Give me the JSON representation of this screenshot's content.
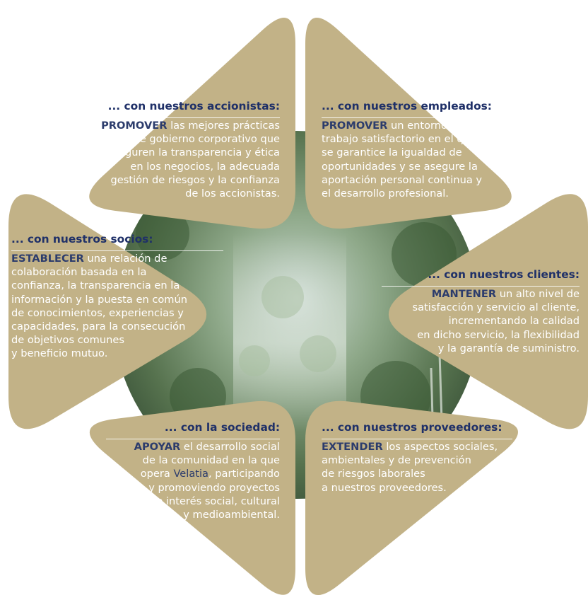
{
  "colors": {
    "petal": "#c2b287",
    "heading": "#1f3068",
    "body_text": "#ffffff",
    "keyword": "#2c3c6c",
    "forest_dark": "#3f5a3c",
    "forest_mid": "#7e9a78",
    "forest_light": "#c9d8cf"
  },
  "petals": [
    {
      "id": "accionistas",
      "heading": "... con nuestros accionistas:",
      "lead": "PROMOVER",
      "lines": [
        " las mejores prácticas",
        "de gobierno corporativo que",
        "aseguren la transparencia y ética",
        "en los negocios, la adecuada",
        "gestión de riesgos y la confianza",
        "de los accionistas."
      ]
    },
    {
      "id": "empleados",
      "heading": "... con nuestros empleados:",
      "lead": "PROMOVER",
      "lines": [
        " un entorno de",
        "trabajo satisfactorio en el que",
        "se garantice la igualdad de",
        "oportunidades y se asegure la",
        "aportación personal continua y",
        "el desarrollo profesional."
      ]
    },
    {
      "id": "socios",
      "heading": "... con nuestros socios:",
      "lead": "ESTABLECER",
      "lines": [
        " una relación de",
        "colaboración basada en la",
        "confianza, la transparencia en la",
        "información y la puesta en común",
        "de conocimientos, experiencias y",
        "capacidades, para la consecución",
        "de objetivos comunes",
        "y beneficio mutuo."
      ]
    },
    {
      "id": "clientes",
      "heading": "... con nuestros clientes:",
      "lead": "MANTENER",
      "lines": [
        " un alto nivel de",
        "satisfacción y servicio al cliente,",
        "incrementando la calidad",
        "en dicho servicio, la flexibilidad",
        "y la garantía de suministro."
      ]
    },
    {
      "id": "sociedad",
      "heading": "... con la sociedad:",
      "lead": "APOYAR",
      "brand": "Velatia",
      "lines": [
        " el desarrollo social",
        "de la comunidad en la que",
        "opera ",
        ", participando",
        "y promoviendo proyectos",
        "de interés social, cultural",
        "y medioambiental."
      ]
    },
    {
      "id": "proveedores",
      "heading": "... con nuestros proveedores:",
      "lead": "EXTENDER",
      "lines": [
        " los aspectos sociales,",
        "ambientales y de prevención",
        "de riesgos laborales",
        "a nuestros proveedores."
      ]
    }
  ]
}
